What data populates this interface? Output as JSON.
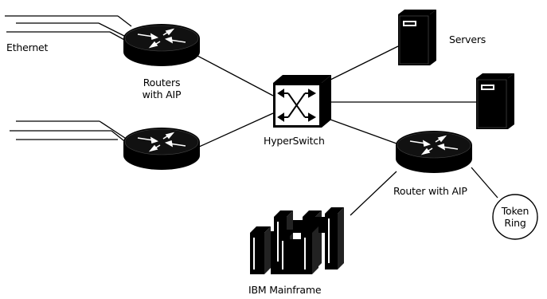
{
  "labels": {
    "ethernet": "Ethernet",
    "routers_with_aip_line1": "Routers",
    "routers_with_aip_line2": "with AIP",
    "hyperswitch": "HyperSwitch",
    "servers": "Servers",
    "router_with_aip": "Router with AIP",
    "token_ring_line1": "Token",
    "token_ring_line2": "Ring",
    "ibm_mainframe": "IBM Mainframe"
  },
  "icons": {
    "router": "router-icon",
    "switch": "atm-switch-icon",
    "server": "server-tower-icon",
    "mainframe": "mainframe-icon",
    "token_ring": "token-ring-icon"
  },
  "colors": {
    "line": "#000000",
    "fill": "#000000",
    "background": "#ffffff"
  }
}
